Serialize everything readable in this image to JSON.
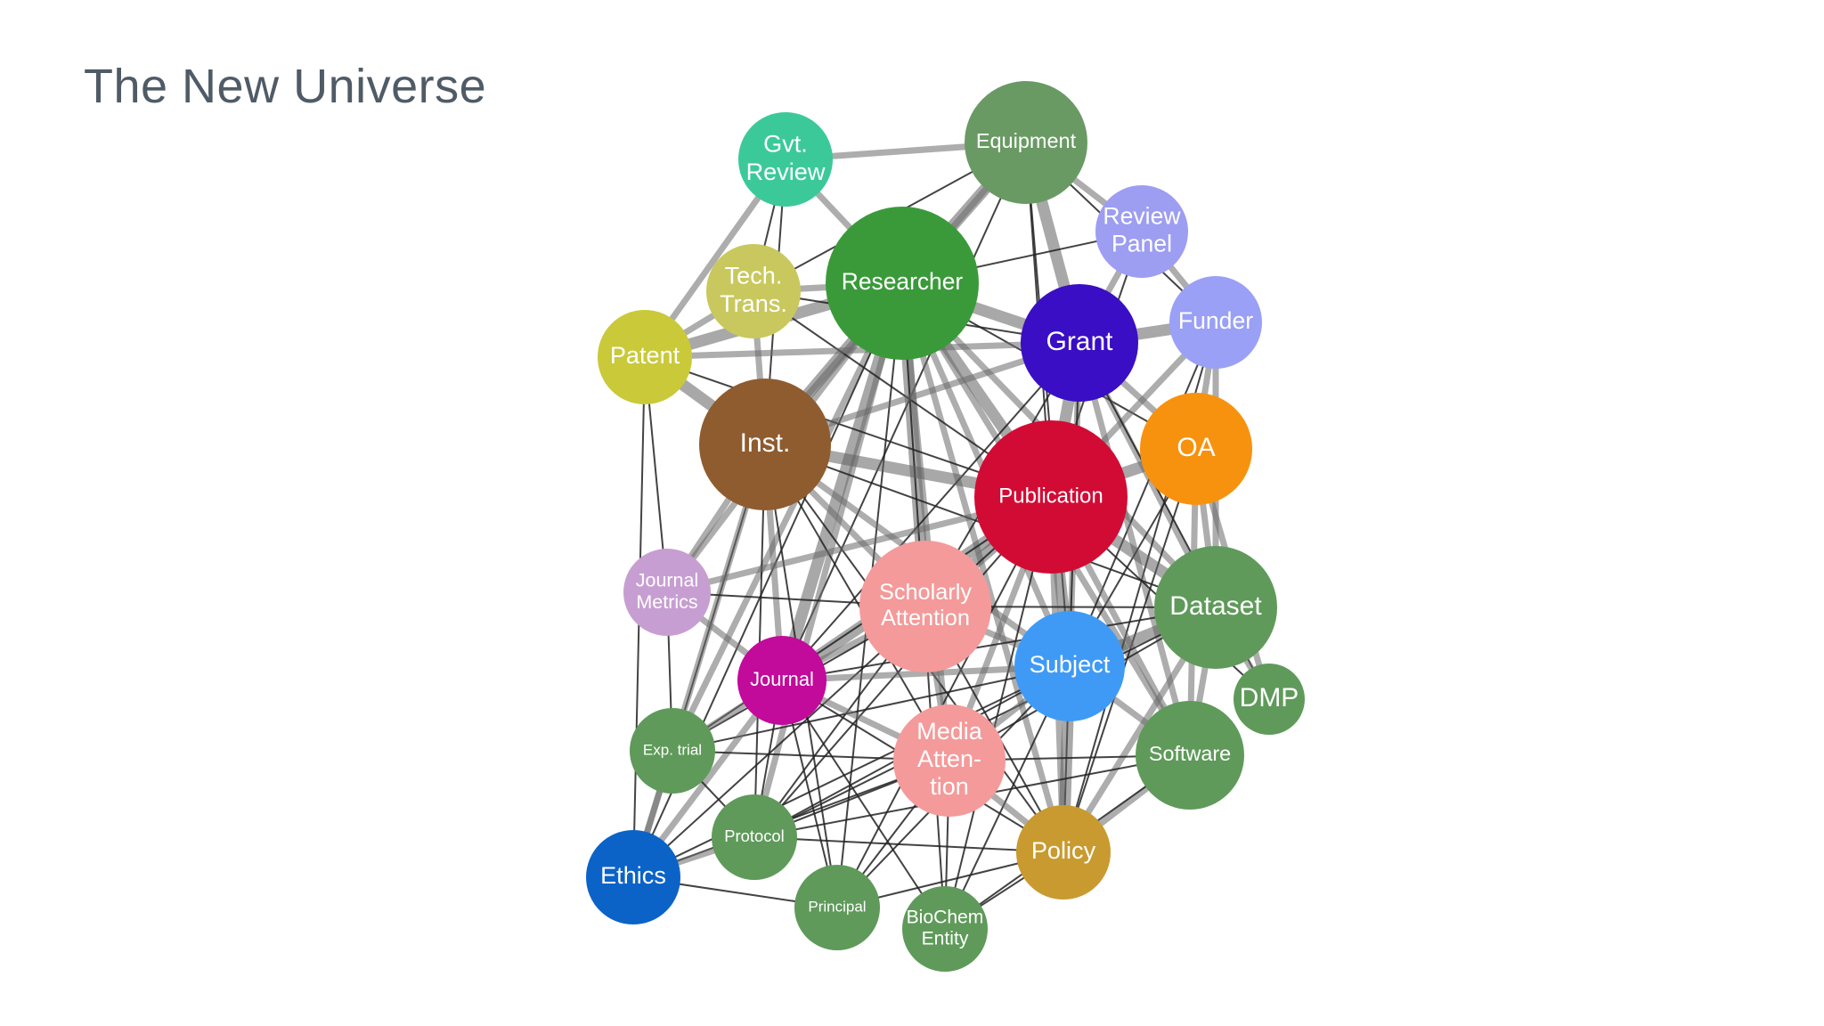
{
  "slide": {
    "title": "The New Universe"
  },
  "network": {
    "nodes": [
      {
        "id": "gvt_review",
        "lines": [
          "Gvt.",
          "Review"
        ],
        "color": "#3cc99a"
      },
      {
        "id": "equipment",
        "lines": [
          "Equipment"
        ],
        "color": "#6a9a64"
      },
      {
        "id": "review_panel",
        "lines": [
          "Review",
          "Panel"
        ],
        "color": "#9d9df2"
      },
      {
        "id": "researcher",
        "lines": [
          "Researcher"
        ],
        "color": "#3a9a3a"
      },
      {
        "id": "tech_trans",
        "lines": [
          "Tech.",
          "Trans."
        ],
        "color": "#c8c85e"
      },
      {
        "id": "funder",
        "lines": [
          "Funder"
        ],
        "color": "#9aa0f5"
      },
      {
        "id": "grant",
        "lines": [
          "Grant"
        ],
        "color": "#3a0ec4"
      },
      {
        "id": "patent",
        "lines": [
          "Patent"
        ],
        "color": "#c9c93a"
      },
      {
        "id": "inst",
        "lines": [
          "Inst."
        ],
        "color": "#8f5c2f"
      },
      {
        "id": "oa",
        "lines": [
          "OA"
        ],
        "color": "#f7920f"
      },
      {
        "id": "publication",
        "lines": [
          "Publication"
        ],
        "color": "#d20b35"
      },
      {
        "id": "journal_metrics",
        "lines": [
          "Journal",
          "Metrics"
        ],
        "color": "#c79ed2"
      },
      {
        "id": "scholarly_attention",
        "lines": [
          "Scholarly",
          "Attention"
        ],
        "color": "#f49a9a"
      },
      {
        "id": "dataset",
        "lines": [
          "Dataset"
        ],
        "color": "#5f9a5a"
      },
      {
        "id": "subject",
        "lines": [
          "Subject"
        ],
        "color": "#3f9af5"
      },
      {
        "id": "journal",
        "lines": [
          "Journal"
        ],
        "color": "#c20a9b"
      },
      {
        "id": "dmp",
        "lines": [
          "DMP"
        ],
        "color": "#5f9a5a"
      },
      {
        "id": "exp_trial",
        "lines": [
          "Exp. trial"
        ],
        "color": "#5f9a5a"
      },
      {
        "id": "media_attention",
        "lines": [
          "Media",
          "Atten-",
          "tion"
        ],
        "color": "#f49a9a"
      },
      {
        "id": "software",
        "lines": [
          "Software"
        ],
        "color": "#5f9a5a"
      },
      {
        "id": "protocol",
        "lines": [
          "Protocol"
        ],
        "color": "#5f9a5a"
      },
      {
        "id": "policy",
        "lines": [
          "Policy"
        ],
        "color": "#c99a2f"
      },
      {
        "id": "ethics",
        "lines": [
          "Ethics"
        ],
        "color": "#0b63c8"
      },
      {
        "id": "principal",
        "lines": [
          "Principal"
        ],
        "color": "#5f9a5a"
      },
      {
        "id": "biochem_entity",
        "lines": [
          "BioChem",
          "Entity"
        ],
        "color": "#5f9a5a"
      }
    ],
    "edges": [
      [
        "gvt_review",
        "equipment",
        "m"
      ],
      [
        "gvt_review",
        "researcher",
        "m"
      ],
      [
        "gvt_review",
        "tech_trans",
        "t"
      ],
      [
        "gvt_review",
        "patent",
        "m"
      ],
      [
        "gvt_review",
        "inst",
        "t"
      ],
      [
        "equipment",
        "researcher",
        "h"
      ],
      [
        "equipment",
        "grant",
        "h"
      ],
      [
        "equipment",
        "review_panel",
        "m"
      ],
      [
        "equipment",
        "inst",
        "m"
      ],
      [
        "equipment",
        "publication",
        "t"
      ],
      [
        "equipment",
        "subject",
        "t"
      ],
      [
        "equipment",
        "funder",
        "t"
      ],
      [
        "equipment",
        "tech_trans",
        "t"
      ],
      [
        "equipment",
        "journal",
        "t"
      ],
      [
        "review_panel",
        "funder",
        "m"
      ],
      [
        "review_panel",
        "grant",
        "m"
      ],
      [
        "review_panel",
        "researcher",
        "t"
      ],
      [
        "review_panel",
        "publication",
        "t"
      ],
      [
        "researcher",
        "tech_trans",
        "m"
      ],
      [
        "researcher",
        "patent",
        "h"
      ],
      [
        "researcher",
        "inst",
        "h"
      ],
      [
        "researcher",
        "grant",
        "h"
      ],
      [
        "researcher",
        "publication",
        "h"
      ],
      [
        "researcher",
        "scholarly_attention",
        "h"
      ],
      [
        "researcher",
        "journal",
        "h"
      ],
      [
        "researcher",
        "subject",
        "m"
      ],
      [
        "researcher",
        "dataset",
        "m"
      ],
      [
        "researcher",
        "exp_trial",
        "m"
      ],
      [
        "researcher",
        "protocol",
        "m"
      ],
      [
        "researcher",
        "ethics",
        "t"
      ],
      [
        "researcher",
        "journal_metrics",
        "m"
      ],
      [
        "researcher",
        "media_attention",
        "m"
      ],
      [
        "researcher",
        "software",
        "m"
      ],
      [
        "researcher",
        "policy",
        "m"
      ],
      [
        "researcher",
        "principal",
        "t"
      ],
      [
        "researcher",
        "biochem_entity",
        "t"
      ],
      [
        "researcher",
        "oa",
        "t"
      ],
      [
        "tech_trans",
        "patent",
        "m"
      ],
      [
        "tech_trans",
        "inst",
        "m"
      ],
      [
        "tech_trans",
        "grant",
        "t"
      ],
      [
        "tech_trans",
        "publication",
        "t"
      ],
      [
        "patent",
        "inst",
        "h"
      ],
      [
        "patent",
        "grant",
        "m"
      ],
      [
        "patent",
        "publication",
        "t"
      ],
      [
        "patent",
        "ethics",
        "t"
      ],
      [
        "patent",
        "journal_metrics",
        "t"
      ],
      [
        "funder",
        "grant",
        "h"
      ],
      [
        "funder",
        "oa",
        "m"
      ],
      [
        "funder",
        "publication",
        "m"
      ],
      [
        "funder",
        "dataset",
        "m"
      ],
      [
        "funder",
        "policy",
        "t"
      ],
      [
        "funder",
        "subject",
        "t"
      ],
      [
        "grant",
        "publication",
        "h"
      ],
      [
        "grant",
        "inst",
        "m"
      ],
      [
        "grant",
        "oa",
        "m"
      ],
      [
        "grant",
        "dataset",
        "m"
      ],
      [
        "grant",
        "subject",
        "m"
      ],
      [
        "grant",
        "software",
        "m"
      ],
      [
        "grant",
        "scholarly_attention",
        "t"
      ],
      [
        "grant",
        "journal",
        "t"
      ],
      [
        "grant",
        "policy",
        "t"
      ],
      [
        "grant",
        "dmp",
        "t"
      ],
      [
        "inst",
        "publication",
        "h"
      ],
      [
        "inst",
        "journal_metrics",
        "m"
      ],
      [
        "inst",
        "journal",
        "m"
      ],
      [
        "inst",
        "scholarly_attention",
        "m"
      ],
      [
        "inst",
        "subject",
        "m"
      ],
      [
        "inst",
        "exp_trial",
        "t"
      ],
      [
        "inst",
        "protocol",
        "t"
      ],
      [
        "inst",
        "ethics",
        "m"
      ],
      [
        "inst",
        "principal",
        "t"
      ],
      [
        "inst",
        "media_attention",
        "t"
      ],
      [
        "inst",
        "dataset",
        "t"
      ],
      [
        "inst",
        "policy",
        "t"
      ],
      [
        "oa",
        "publication",
        "h"
      ],
      [
        "oa",
        "dataset",
        "m"
      ],
      [
        "oa",
        "software",
        "m"
      ],
      [
        "oa",
        "subject",
        "t"
      ],
      [
        "oa",
        "dmp",
        "m"
      ],
      [
        "oa",
        "policy",
        "t"
      ],
      [
        "publication",
        "scholarly_attention",
        "h"
      ],
      [
        "publication",
        "dataset",
        "h"
      ],
      [
        "publication",
        "subject",
        "h"
      ],
      [
        "publication",
        "journal",
        "h"
      ],
      [
        "publication",
        "software",
        "m"
      ],
      [
        "publication",
        "media_attention",
        "m"
      ],
      [
        "publication",
        "policy",
        "m"
      ],
      [
        "publication",
        "journal_metrics",
        "m"
      ],
      [
        "publication",
        "exp_trial",
        "t"
      ],
      [
        "publication",
        "protocol",
        "t"
      ],
      [
        "publication",
        "ethics",
        "t"
      ],
      [
        "publication",
        "principal",
        "t"
      ],
      [
        "publication",
        "biochem_entity",
        "t"
      ],
      [
        "publication",
        "dmp",
        "t"
      ],
      [
        "journal_metrics",
        "journal",
        "m"
      ],
      [
        "journal_metrics",
        "scholarly_attention",
        "t"
      ],
      [
        "journal_metrics",
        "exp_trial",
        "t"
      ],
      [
        "scholarly_attention",
        "journal",
        "m"
      ],
      [
        "scholarly_attention",
        "media_attention",
        "m"
      ],
      [
        "scholarly_attention",
        "subject",
        "m"
      ],
      [
        "scholarly_attention",
        "policy",
        "t"
      ],
      [
        "scholarly_attention",
        "dataset",
        "t"
      ],
      [
        "scholarly_attention",
        "exp_trial",
        "t"
      ],
      [
        "scholarly_attention",
        "protocol",
        "t"
      ],
      [
        "dataset",
        "subject",
        "h"
      ],
      [
        "dataset",
        "software",
        "m"
      ],
      [
        "dataset",
        "dmp",
        "m"
      ],
      [
        "dataset",
        "policy",
        "m"
      ],
      [
        "dataset",
        "media_attention",
        "t"
      ],
      [
        "dataset",
        "journal",
        "t"
      ],
      [
        "dataset",
        "protocol",
        "t"
      ],
      [
        "subject",
        "journal",
        "m"
      ],
      [
        "subject",
        "media_attention",
        "m"
      ],
      [
        "subject",
        "software",
        "m"
      ],
      [
        "subject",
        "policy",
        "h"
      ],
      [
        "subject",
        "exp_trial",
        "t"
      ],
      [
        "subject",
        "protocol",
        "t"
      ],
      [
        "subject",
        "principal",
        "t"
      ],
      [
        "subject",
        "biochem_entity",
        "t"
      ],
      [
        "subject",
        "ethics",
        "t"
      ],
      [
        "journal",
        "media_attention",
        "m"
      ],
      [
        "journal",
        "exp_trial",
        "m"
      ],
      [
        "journal",
        "protocol",
        "t"
      ],
      [
        "journal",
        "ethics",
        "m"
      ],
      [
        "journal",
        "principal",
        "t"
      ],
      [
        "journal",
        "policy",
        "t"
      ],
      [
        "journal",
        "biochem_entity",
        "t"
      ],
      [
        "exp_trial",
        "ethics",
        "m"
      ],
      [
        "exp_trial",
        "protocol",
        "t"
      ],
      [
        "exp_trial",
        "media_attention",
        "t"
      ],
      [
        "media_attention",
        "policy",
        "m"
      ],
      [
        "media_attention",
        "software",
        "t"
      ],
      [
        "media_attention",
        "protocol",
        "t"
      ],
      [
        "media_attention",
        "principal",
        "t"
      ],
      [
        "media_attention",
        "biochem_entity",
        "t"
      ],
      [
        "media_attention",
        "ethics",
        "t"
      ],
      [
        "software",
        "policy",
        "m"
      ],
      [
        "software",
        "protocol",
        "t"
      ],
      [
        "software",
        "biochem_entity",
        "t"
      ],
      [
        "protocol",
        "ethics",
        "m"
      ],
      [
        "protocol",
        "policy",
        "t"
      ],
      [
        "policy",
        "biochem_entity",
        "t"
      ],
      [
        "policy",
        "principal",
        "t"
      ],
      [
        "ethics",
        "principal",
        "t"
      ]
    ]
  }
}
